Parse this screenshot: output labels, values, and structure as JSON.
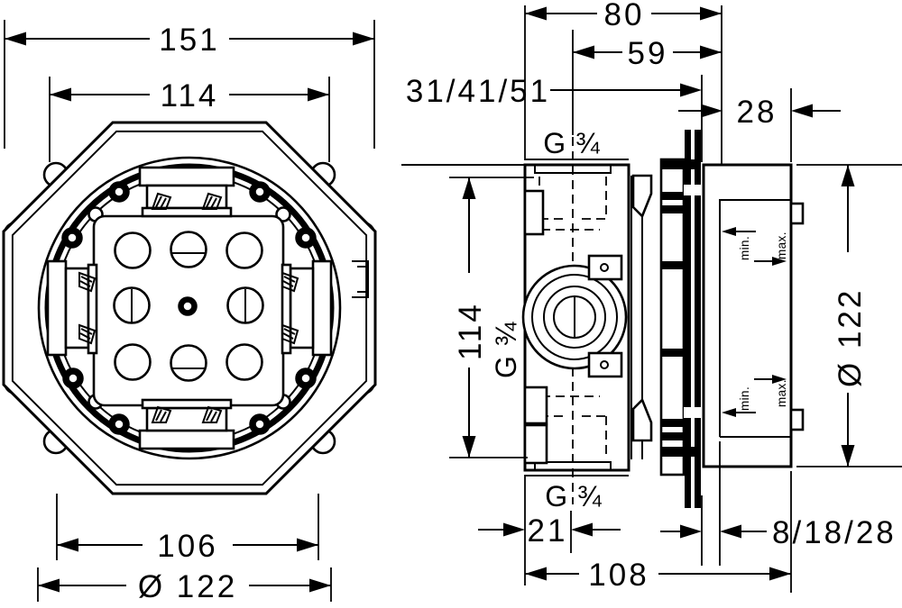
{
  "front_view": {
    "flange_width": "151",
    "bolt_circle_width": "114",
    "body_width": "106",
    "diameter": "Ø 122"
  },
  "side_view": {
    "total_depth": "80",
    "connection_depth": "59",
    "install_depth_range": "31/41/51",
    "adjustment_depth": "28",
    "top_thread": "G ¾",
    "side_thread": "G ¾",
    "bottom_thread": "G ¾",
    "port_span_height": "114",
    "diameter": "Ø 122",
    "bottom_offset": "21",
    "wall_thickness_range": "8/18/28",
    "body_length": "108",
    "min_label_top": "min.",
    "max_label_top": "max.",
    "min_label_bottom": "min.",
    "max_label_bottom": "max."
  }
}
